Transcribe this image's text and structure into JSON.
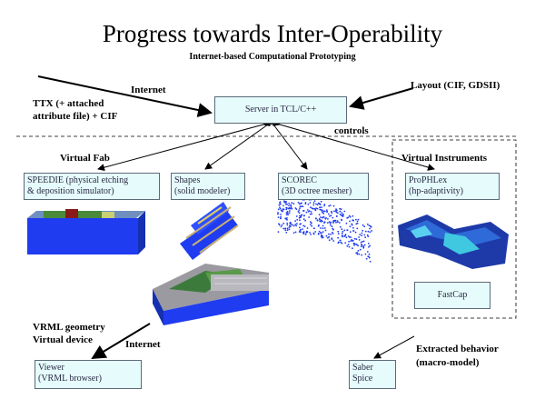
{
  "title": "Progress towards Inter-Operability",
  "subtitle": "Internet-based Computational Prototyping",
  "labels": {
    "internet_top": "Internet",
    "ttx_line1": "TTX (+ attached",
    "ttx_line2": "attribute file) + CIF",
    "layout": "Layout (CIF, GDSII)",
    "controls": "controls",
    "virtual_fab": "Virtual Fab",
    "virtual_instruments": "Virtual Instruments",
    "vrml_line1": "VRML geometry",
    "vrml_line2": "Virtual device",
    "internet_bottom": "Internet",
    "extracted_line1": "Extracted behavior",
    "extracted_line2": "(macro-model)"
  },
  "boxes": {
    "server": "Server in TCL/C++",
    "speedie_line1": "SPEEDIE (physical etching",
    "speedie_line2": "& deposition simulator)",
    "shapes_line1": "Shapes",
    "shapes_line2": "(solid modeler)",
    "scorec_line1": "SCOREC",
    "scorec_line2": "(3D octree mesher)",
    "prophlex_line1": "ProPHLex",
    "prophlex_line2": "(hp-adaptivity)",
    "fastcap": "FastCap",
    "viewer_line1": "Viewer",
    "viewer_line2": "(VRML browser)",
    "saber_line1": "Saber",
    "saber_line2": "Spice"
  },
  "colors": {
    "box_fill": "#e6fbfb",
    "box_border": "#5b6b7a",
    "device_blue": "#1f3cf0",
    "device_green": "#3c7a3c"
  }
}
